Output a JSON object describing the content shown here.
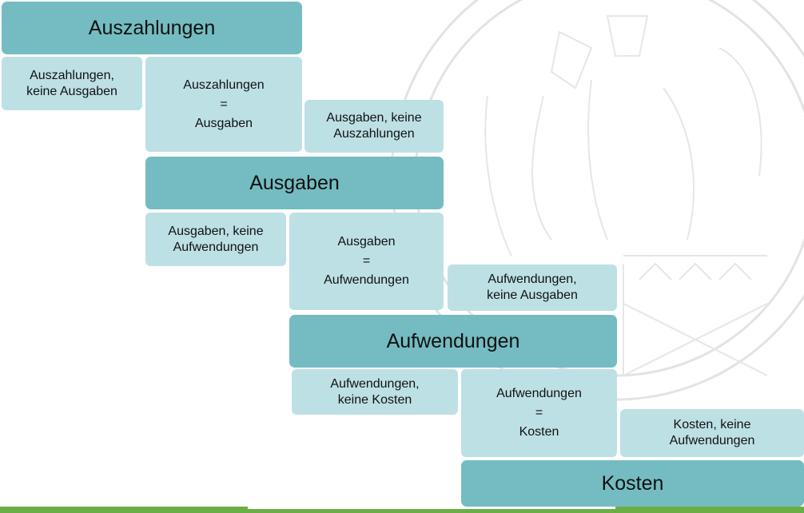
{
  "diagram": {
    "auszahlungen_header": "Auszahlungen",
    "auszahlungen_keine_ausgaben": "Auszahlungen, keine Ausgaben",
    "auszahlungen_eq_ausgaben": {
      "top": "Auszahlungen",
      "sign": "=",
      "bottom": "Ausgaben"
    },
    "ausgaben_keine_auszahlungen": "Ausgaben, keine Auszahlungen",
    "ausgaben_header": "Ausgaben",
    "ausgaben_keine_aufwendungen": "Ausgaben, keine Aufwendungen",
    "ausgaben_eq_aufwendungen": {
      "top": "Ausgaben",
      "sign": "=",
      "bottom": "Aufwendungen"
    },
    "aufwendungen_keine_ausgaben": "Aufwendungen, keine Ausgaben",
    "aufwendungen_header": "Aufwendungen",
    "aufwendungen_keine_kosten": "Aufwendungen, keine Kosten",
    "aufwendungen_eq_kosten": {
      "top": "Aufwendungen",
      "sign": "=",
      "bottom": "Kosten"
    },
    "kosten_keine_aufwendungen": "Kosten, keine Aufwendungen",
    "kosten_header": "Kosten"
  },
  "colors": {
    "header": "#74bcc1",
    "light": "#bde0e5",
    "footer": "#6aae45"
  },
  "background_image": "university-seal-watermark"
}
